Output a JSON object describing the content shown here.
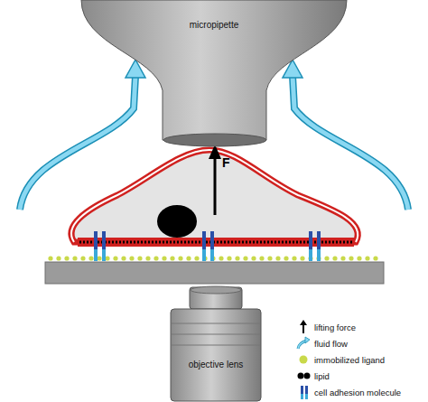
{
  "diagram": {
    "nodes": [
      {
        "text": [
          "micropipette"
        ]
      },
      {
        "text": [
          "objective lens"
        ]
      }
    ],
    "labels": [
      "F"
    ],
    "legend": [
      {
        "text": "lifting force"
      },
      {
        "text": "fluid flow"
      },
      {
        "text": "immobilized ligand",
        "color": "#c9d94a"
      },
      {
        "text": "lipid",
        "color": "#000000"
      },
      {
        "text": "cell adhesion molecule"
      }
    ]
  }
}
